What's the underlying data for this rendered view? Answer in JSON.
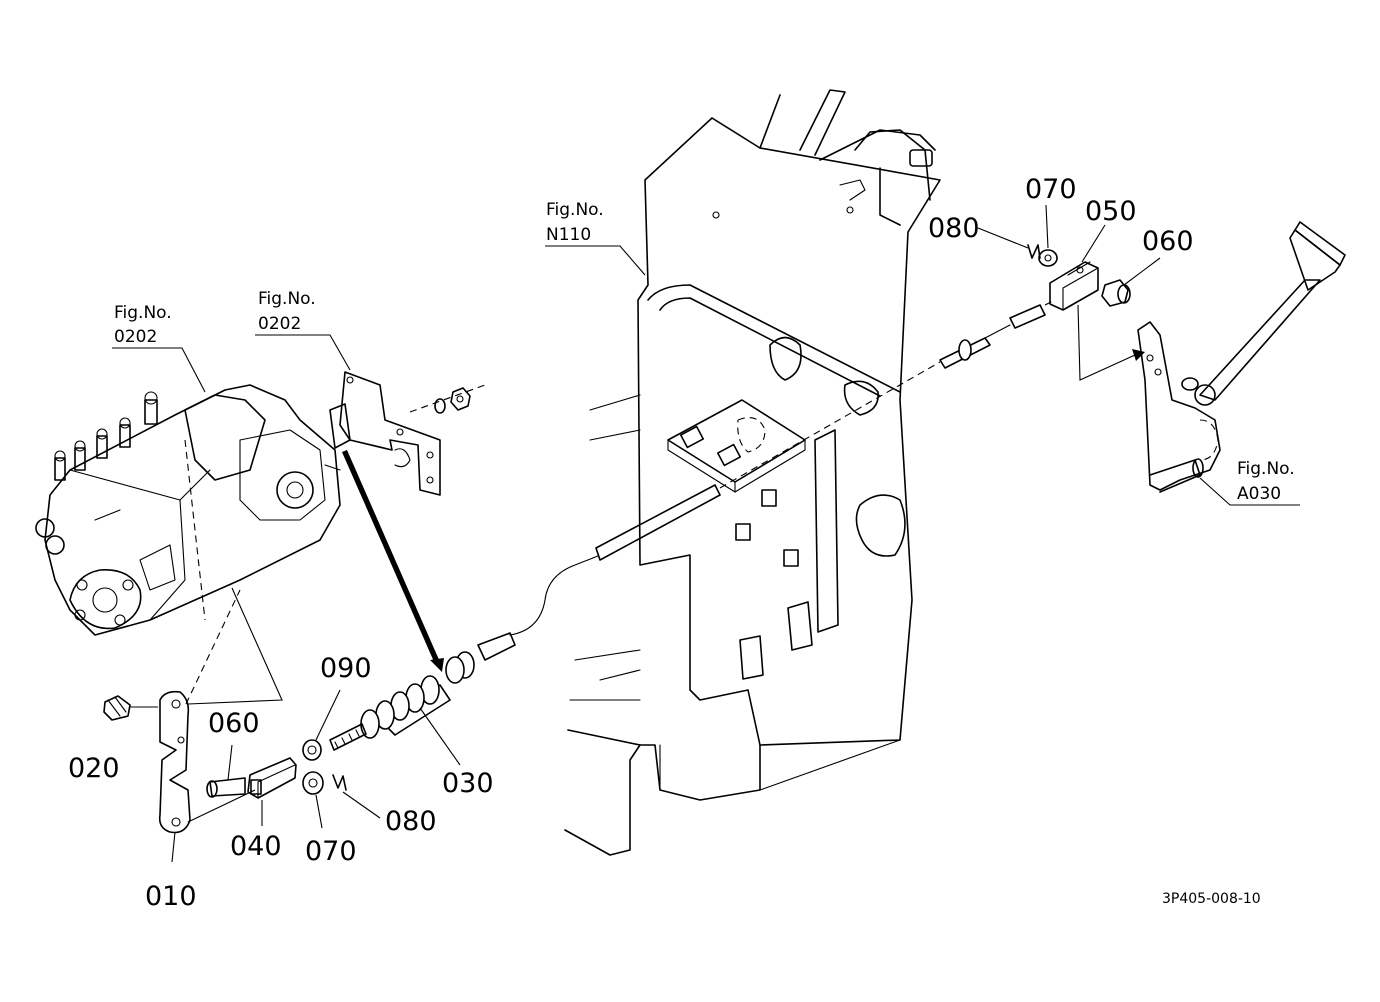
{
  "diagram": {
    "drawing_number": "3P405-008-10",
    "references": [
      {
        "id": "fig-left-pump",
        "line1": "Fig.No.",
        "line2": "0202"
      },
      {
        "id": "fig-left-bracket",
        "line1": "Fig.No.",
        "line2": "0202"
      },
      {
        "id": "fig-frame",
        "line1": "Fig.No.",
        "line2": "N110"
      },
      {
        "id": "fig-pedal",
        "line1": "Fig.No.",
        "line2": "A030"
      }
    ],
    "parts": {
      "p010": "010",
      "p020": "020",
      "p030": "030",
      "p040": "040",
      "p050": "050",
      "p060_left": "060",
      "p060_right": "060",
      "p070_left": "070",
      "p070_right": "070",
      "p080_left": "080",
      "p080_right": "080",
      "p090": "090"
    }
  }
}
